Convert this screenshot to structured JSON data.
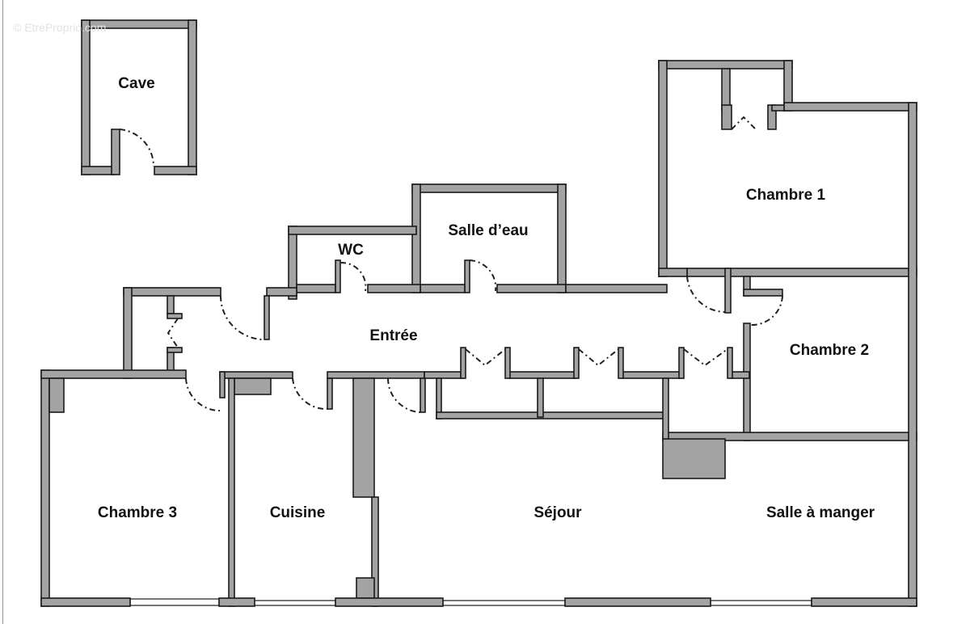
{
  "watermark": "© EtreProprio.com",
  "rooms": {
    "cave": "Cave",
    "chambre1": "Chambre 1",
    "salle_deau": "Salle d’eau",
    "wc": "WC",
    "entree": "Entrée",
    "chambre2": "Chambre 2",
    "chambre3": "Chambre 3",
    "cuisine": "Cuisine",
    "sejour": "Séjour",
    "salle_a_manger": "Salle à manger"
  },
  "colors": {
    "wall": "#a3a3a3",
    "outline": "#1a1a1a",
    "background": "#ffffff"
  }
}
